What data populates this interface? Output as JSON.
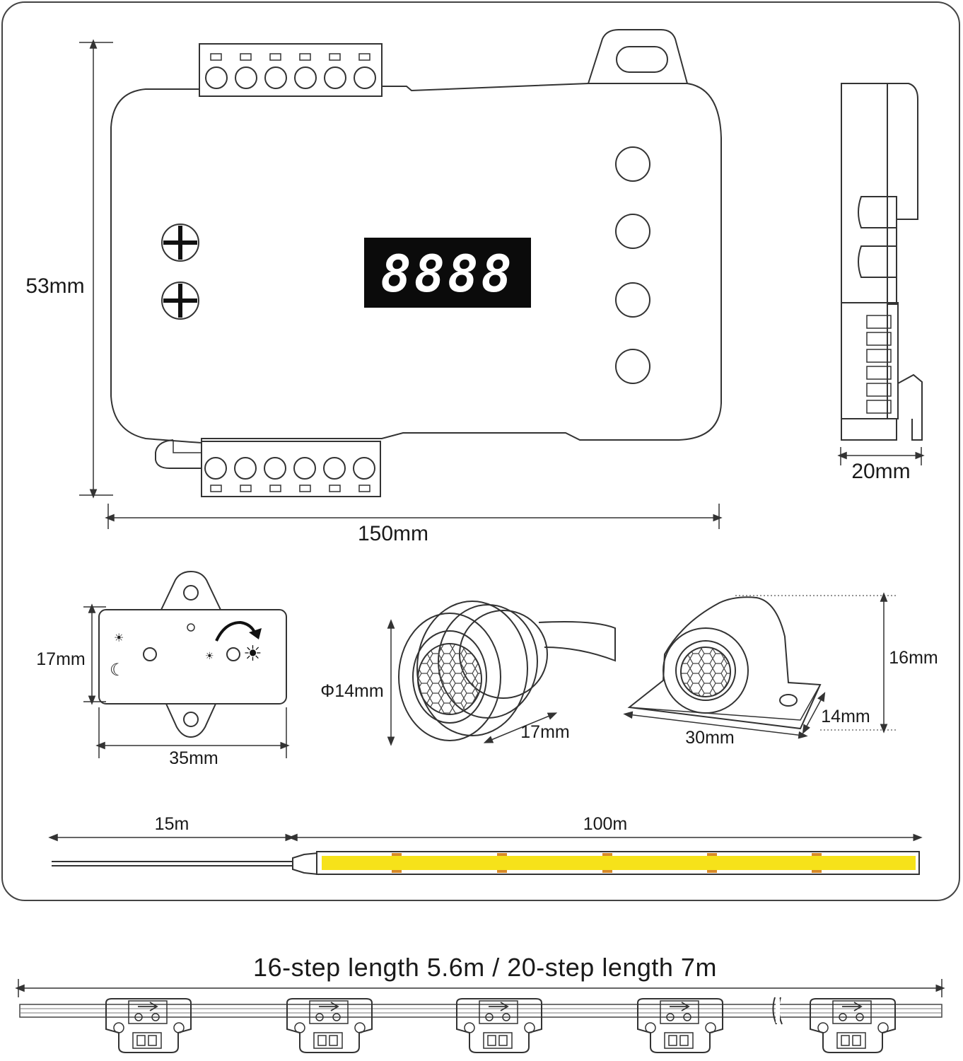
{
  "controller": {
    "display_text": "8888",
    "height_label": "53mm",
    "width_label": "150mm",
    "depth_label": "20mm"
  },
  "light_sensor": {
    "height_label": "17mm",
    "width_label": "35mm"
  },
  "pir_round": {
    "diameter_label": "Φ14mm",
    "length_label": "17mm"
  },
  "pir_mount": {
    "height_label": "16mm",
    "depth_label": "14mm",
    "width_label": "30mm"
  },
  "strip": {
    "lead_label": "15m",
    "length_label": "100m",
    "led_color": "#f6e21a"
  },
  "step_cable": {
    "title": "16-step length 5.6m / 20-step length 7m"
  }
}
